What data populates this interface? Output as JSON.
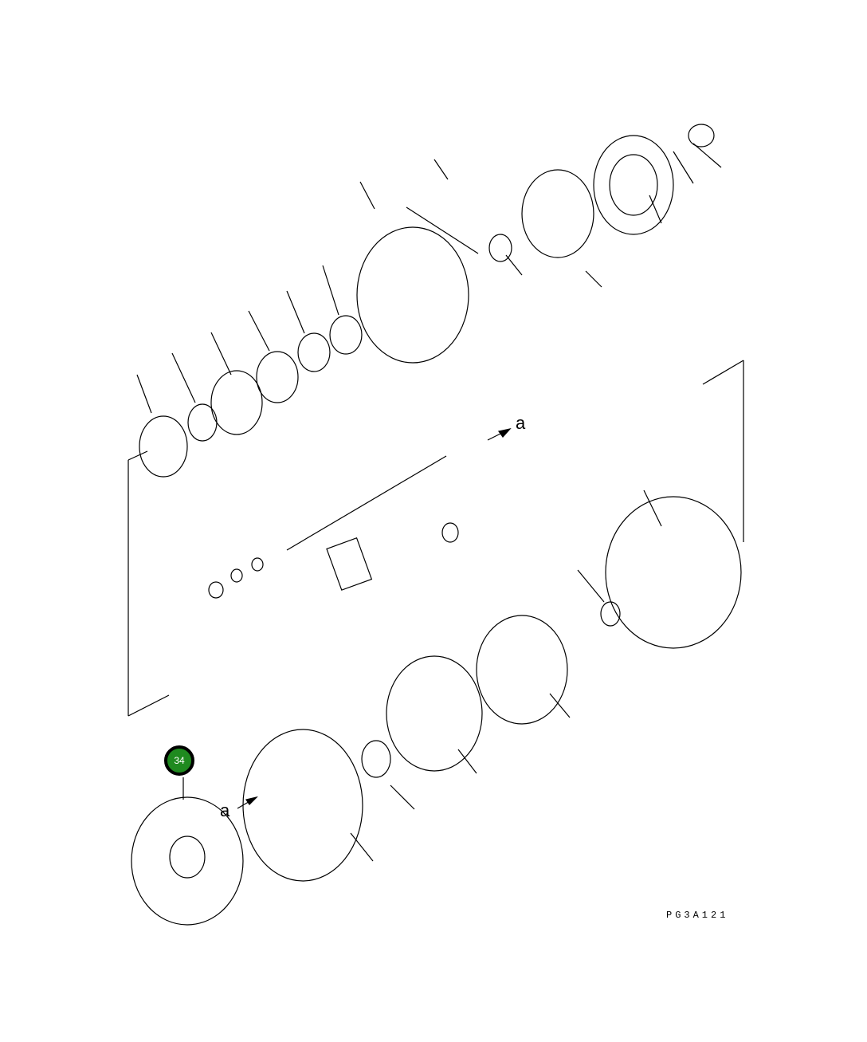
{
  "diagram": {
    "subject": "Alternator exploded parts view",
    "callouts": [
      {
        "number": "34",
        "color": "#1f8a1f"
      }
    ],
    "connection_labels": [
      "a",
      "a"
    ],
    "drawing_code": "PG3A121"
  }
}
